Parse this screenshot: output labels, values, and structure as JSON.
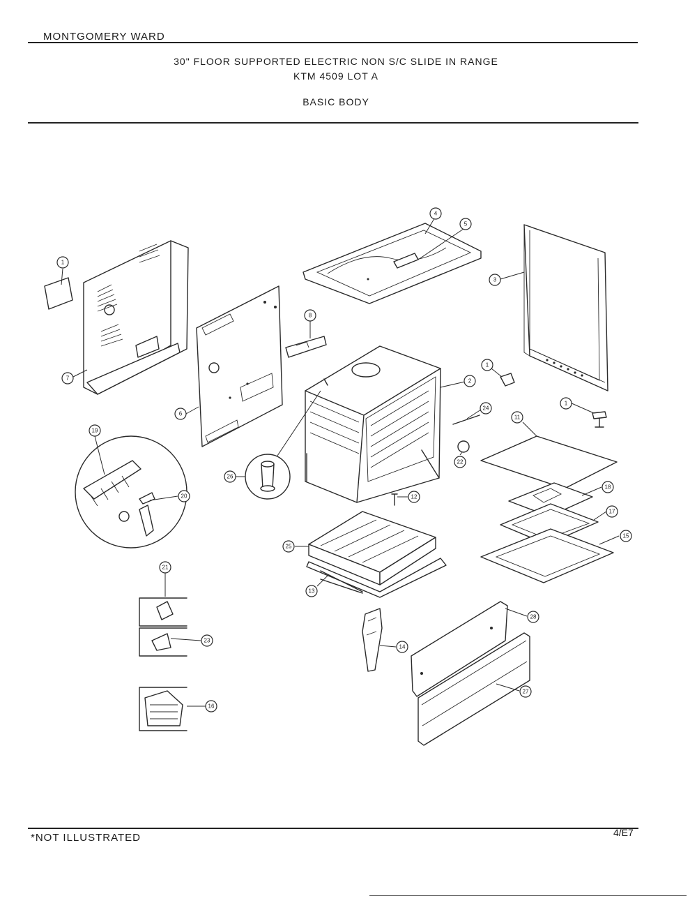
{
  "header": {
    "brand": "MONTGOMERY WARD",
    "title_line1": "30\" FLOOR SUPPORTED ELECTRIC NON S/C SLIDE IN RANGE",
    "title_line2": "KTM 4509 LOT A",
    "section": "BASIC BODY"
  },
  "footer": {
    "note": "*NOT ILLUSTRATED",
    "code": "4/E7"
  },
  "callouts": [
    {
      "id": "c1",
      "label": "1"
    },
    {
      "id": "c7",
      "label": "7"
    },
    {
      "id": "c6",
      "label": "6"
    },
    {
      "id": "c8",
      "label": "8"
    },
    {
      "id": "c4",
      "label": "4"
    },
    {
      "id": "c5",
      "label": "5"
    },
    {
      "id": "c3",
      "label": "3"
    },
    {
      "id": "c2",
      "label": "2"
    },
    {
      "id": "c24",
      "label": "24"
    },
    {
      "id": "c1b",
      "label": "1"
    },
    {
      "id": "c1c",
      "label": "1"
    },
    {
      "id": "c11",
      "label": "11"
    },
    {
      "id": "c22",
      "label": "22"
    },
    {
      "id": "c19",
      "label": "19"
    },
    {
      "id": "c20",
      "label": "20"
    },
    {
      "id": "c26",
      "label": "26"
    },
    {
      "id": "c12",
      "label": "12"
    },
    {
      "id": "c18",
      "label": "18"
    },
    {
      "id": "c17",
      "label": "17"
    },
    {
      "id": "c15",
      "label": "15"
    },
    {
      "id": "c25",
      "label": "25"
    },
    {
      "id": "c13",
      "label": "13"
    },
    {
      "id": "c21",
      "label": "21"
    },
    {
      "id": "c23",
      "label": "23"
    },
    {
      "id": "c16",
      "label": "16"
    },
    {
      "id": "c28",
      "label": "28"
    },
    {
      "id": "c14",
      "label": "14"
    },
    {
      "id": "c27",
      "label": "27"
    }
  ]
}
